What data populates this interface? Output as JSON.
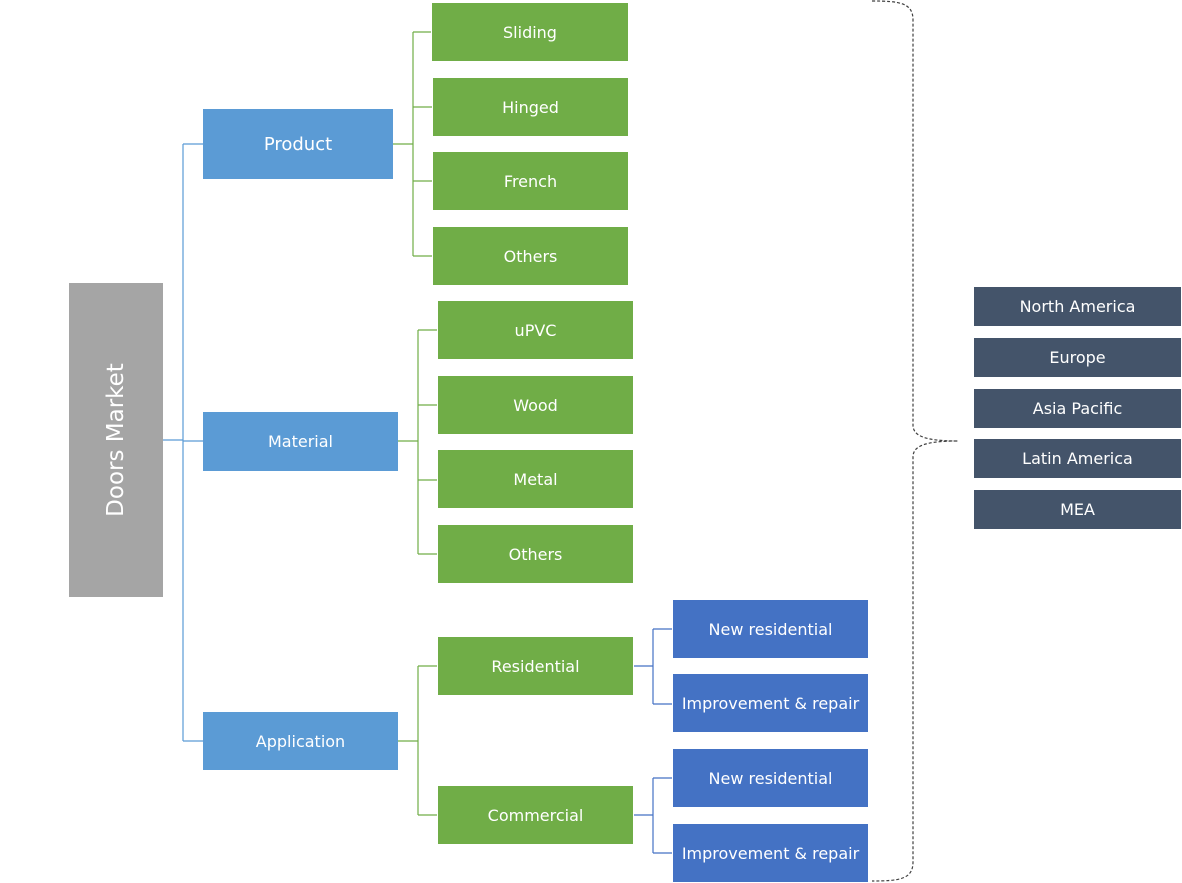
{
  "diagram": {
    "root": {
      "label": "Doors Market"
    },
    "categories": {
      "product": {
        "label": "Product",
        "items": [
          "Sliding",
          "Hinged",
          "French",
          "Others"
        ]
      },
      "material": {
        "label": "Material",
        "items": [
          "uPVC",
          "Wood",
          "Metal",
          "Others"
        ]
      },
      "application": {
        "label": "Application",
        "residential": {
          "label": "Residential",
          "items": [
            "New residential",
            "Improvement & repair"
          ]
        },
        "commercial": {
          "label": "Commercial",
          "items": [
            "New residential",
            "Improvement & repair"
          ]
        }
      }
    },
    "regions": [
      "North America",
      "Europe",
      "Asia Pacific",
      "Latin America",
      "MEA"
    ],
    "colors": {
      "root": "#a5a5a5",
      "category": "#5b9bd5",
      "segment": "#70ad47",
      "subsegment": "#4472c4",
      "region": "#44546a"
    }
  }
}
